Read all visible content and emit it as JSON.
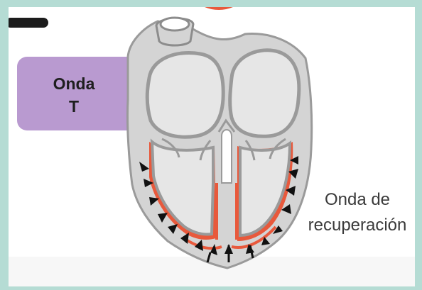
{
  "label": {
    "line1": "Onda",
    "line2": "T"
  },
  "caption": {
    "line1": "Onda de",
    "line2": "recuperación"
  },
  "colors": {
    "frame_border": "#b5dcd4",
    "label_box": "#b99ad0",
    "heart_fill": "#d4d4d4",
    "heart_outline": "#9a9a9a",
    "chamber_fill": "#e6e6e6",
    "recovery_band": "#e8593c",
    "top_circle": "#e8593c",
    "arrow": "#111111"
  },
  "icons": {
    "arrows": "recovery-arrow-icon",
    "heart": "heart-icon"
  }
}
